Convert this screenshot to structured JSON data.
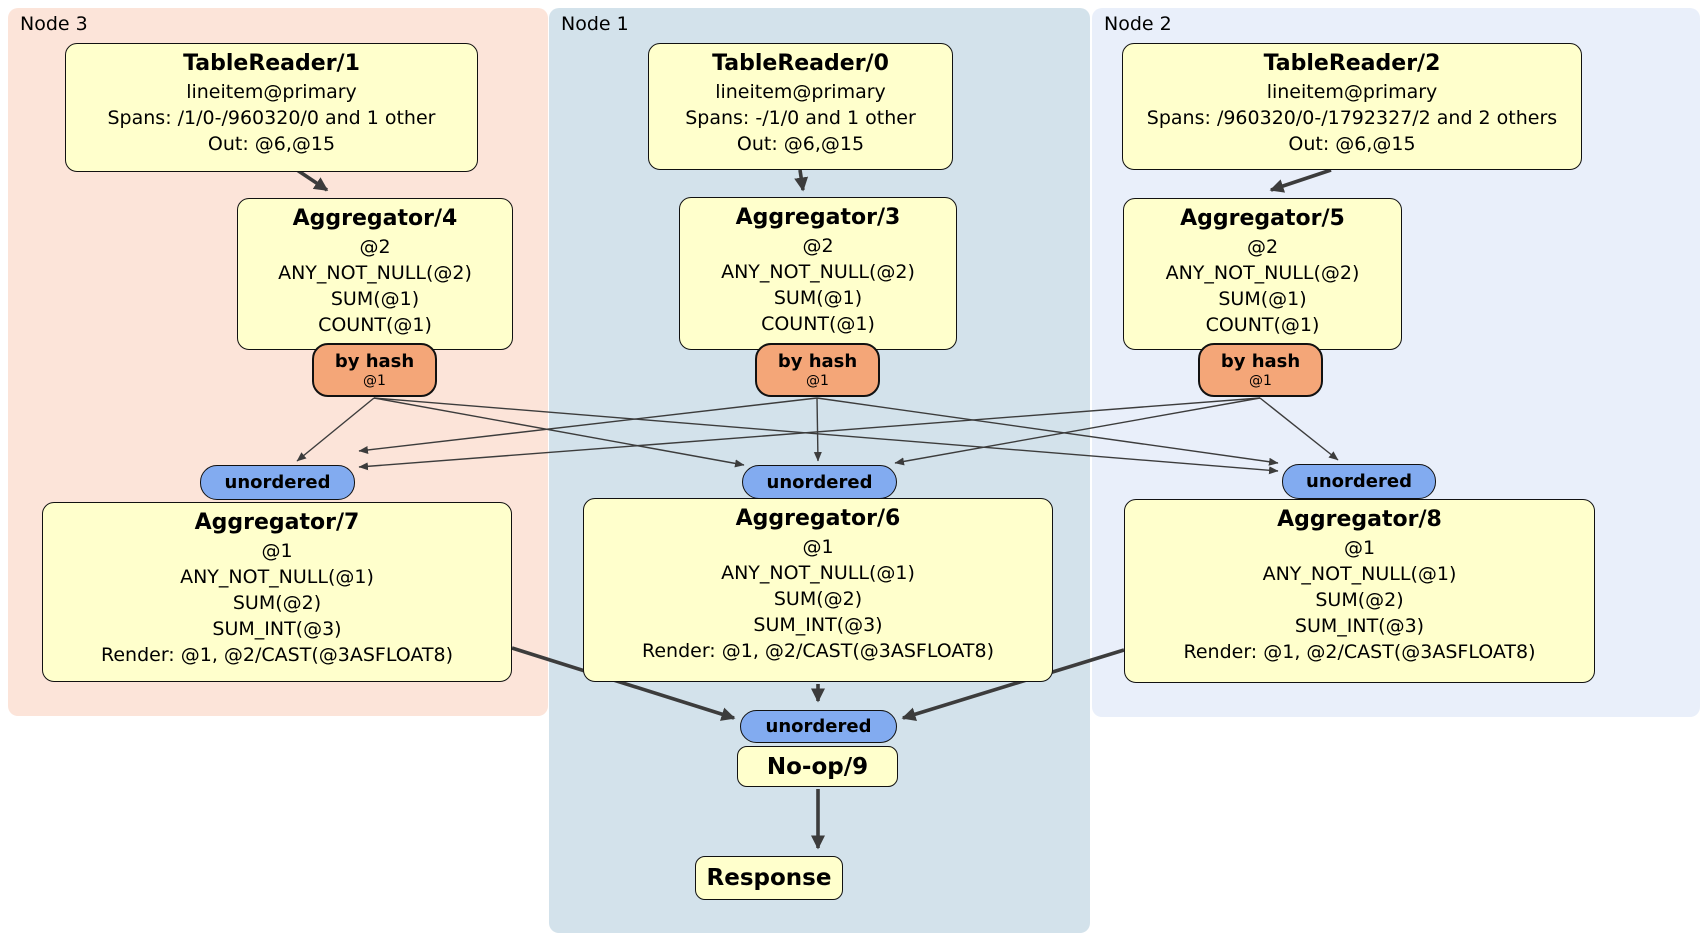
{
  "nodes": [
    {
      "label": "Node 3",
      "table_reader": {
        "title": "TableReader/1",
        "lines": [
          "lineitem@primary",
          "Spans: /1/0-/960320/0 and 1 other",
          "Out: @6,@15"
        ]
      },
      "aggregator_top": {
        "title": "Aggregator/4",
        "lines": [
          "@2",
          "ANY_NOT_NULL(@2)",
          "SUM(@1)",
          "COUNT(@1)"
        ]
      },
      "router": {
        "label": "by hash",
        "sub": "@1"
      },
      "stream": {
        "label": "unordered"
      },
      "aggregator_bottom": {
        "title": "Aggregator/7",
        "lines": [
          "@1",
          "ANY_NOT_NULL(@1)",
          "SUM(@2)",
          "SUM_INT(@3)",
          "Render: @1, @2/CAST(@3ASFLOAT8)"
        ]
      }
    },
    {
      "label": "Node 1",
      "table_reader": {
        "title": "TableReader/0",
        "lines": [
          "lineitem@primary",
          "Spans: -/1/0 and 1 other",
          "Out: @6,@15"
        ]
      },
      "aggregator_top": {
        "title": "Aggregator/3",
        "lines": [
          "@2",
          "ANY_NOT_NULL(@2)",
          "SUM(@1)",
          "COUNT(@1)"
        ]
      },
      "router": {
        "label": "by hash",
        "sub": "@1"
      },
      "stream": {
        "label": "unordered"
      },
      "aggregator_bottom": {
        "title": "Aggregator/6",
        "lines": [
          "@1",
          "ANY_NOT_NULL(@1)",
          "SUM(@2)",
          "SUM_INT(@3)",
          "Render: @1, @2/CAST(@3ASFLOAT8)"
        ]
      }
    },
    {
      "label": "Node 2",
      "table_reader": {
        "title": "TableReader/2",
        "lines": [
          "lineitem@primary",
          "Spans: /960320/0-/1792327/2 and 2 others",
          "Out: @6,@15"
        ]
      },
      "aggregator_top": {
        "title": "Aggregator/5",
        "lines": [
          "@2",
          "ANY_NOT_NULL(@2)",
          "SUM(@1)",
          "COUNT(@1)"
        ]
      },
      "router": {
        "label": "by hash",
        "sub": "@1"
      },
      "stream": {
        "label": "unordered"
      },
      "aggregator_bottom": {
        "title": "Aggregator/8",
        "lines": [
          "@1",
          "ANY_NOT_NULL(@1)",
          "SUM(@2)",
          "SUM_INT(@3)",
          "Render: @1, @2/CAST(@3ASFLOAT8)"
        ]
      }
    }
  ],
  "final_stage": {
    "stream": {
      "label": "unordered"
    },
    "noop": {
      "title": "No-op/9"
    },
    "response": {
      "title": "Response"
    }
  },
  "colors": {
    "box_fill": "#FFFFCC",
    "box_border": "#111111",
    "router_fill": "#F4A678",
    "stream_fill": "#82ABF0",
    "node3_bg": "#FCE4D9",
    "node1_bg": "#D3E2EB",
    "node2_bg": "#E9EFFA",
    "edge": "#3C3C3C"
  }
}
